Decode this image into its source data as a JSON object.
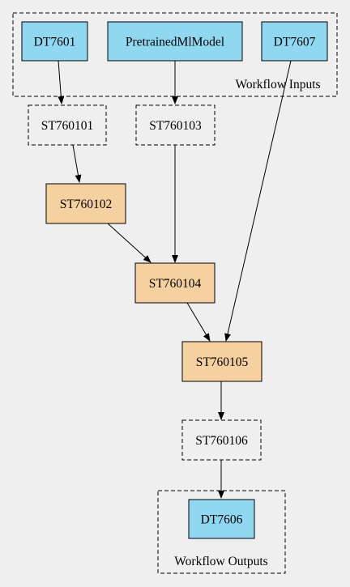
{
  "colors": {
    "background": "#efefef",
    "input_output_node": "#8fd8f0",
    "step_node": "#f5d1a0",
    "stroke": "#000000"
  },
  "clusters": {
    "inputs": {
      "label": "Workflow Inputs"
    },
    "outputs": {
      "label": "Workflow Outputs"
    }
  },
  "nodes": {
    "DT7601": {
      "label": "DT7601",
      "kind": "data"
    },
    "PretrainedMlModel": {
      "label": "PretrainedMlModel",
      "kind": "data"
    },
    "DT7607": {
      "label": "DT7607",
      "kind": "data"
    },
    "ST760101": {
      "label": "ST760101",
      "kind": "intermediate"
    },
    "ST760103": {
      "label": "ST760103",
      "kind": "intermediate"
    },
    "ST760102": {
      "label": "ST760102",
      "kind": "step"
    },
    "ST760104": {
      "label": "ST760104",
      "kind": "step"
    },
    "ST760105": {
      "label": "ST760105",
      "kind": "step"
    },
    "ST760106": {
      "label": "ST760106",
      "kind": "intermediate"
    },
    "DT7606": {
      "label": "DT7606",
      "kind": "data"
    }
  },
  "edges": [
    {
      "from": "DT7601",
      "to": "ST760101"
    },
    {
      "from": "PretrainedMlModel",
      "to": "ST760103"
    },
    {
      "from": "ST760101",
      "to": "ST760102"
    },
    {
      "from": "ST760103",
      "to": "ST760104"
    },
    {
      "from": "ST760102",
      "to": "ST760104"
    },
    {
      "from": "ST760104",
      "to": "ST760105"
    },
    {
      "from": "DT7607",
      "to": "ST760105"
    },
    {
      "from": "ST760105",
      "to": "ST760106"
    },
    {
      "from": "ST760106",
      "to": "DT7606"
    }
  ]
}
